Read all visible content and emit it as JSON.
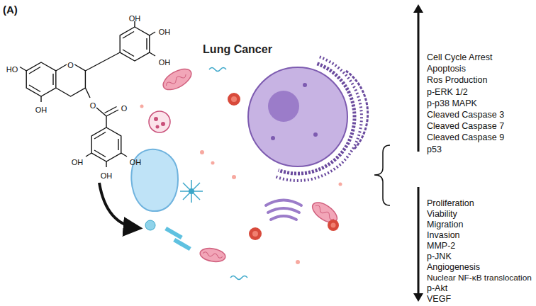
{
  "diagram": {
    "nodes": [
      {
        "text": [
          "Lung Cancer"
        ]
      }
    ],
    "labels": [
      "(A)",
      "HO",
      "OH",
      "O",
      "OH",
      "OH",
      "OH",
      "O",
      "O",
      "OH",
      "OH",
      "OH",
      "Cell Cycle Arrest",
      "Apoptosis",
      "Ros Production",
      "p-ERK 1/2",
      "p-p38 MAPK",
      "Cleaved Caspase 3",
      "Cleaved Caspase 7",
      "Cleaved Caspase 9",
      "p53",
      "Proliferation",
      "Viability",
      "Migration",
      "Invasion",
      "MMP-2",
      "p-JNK",
      "Angiogenesis",
      "Nuclear NF-κB translocation",
      "p-Akt",
      "VEGF"
    ]
  }
}
